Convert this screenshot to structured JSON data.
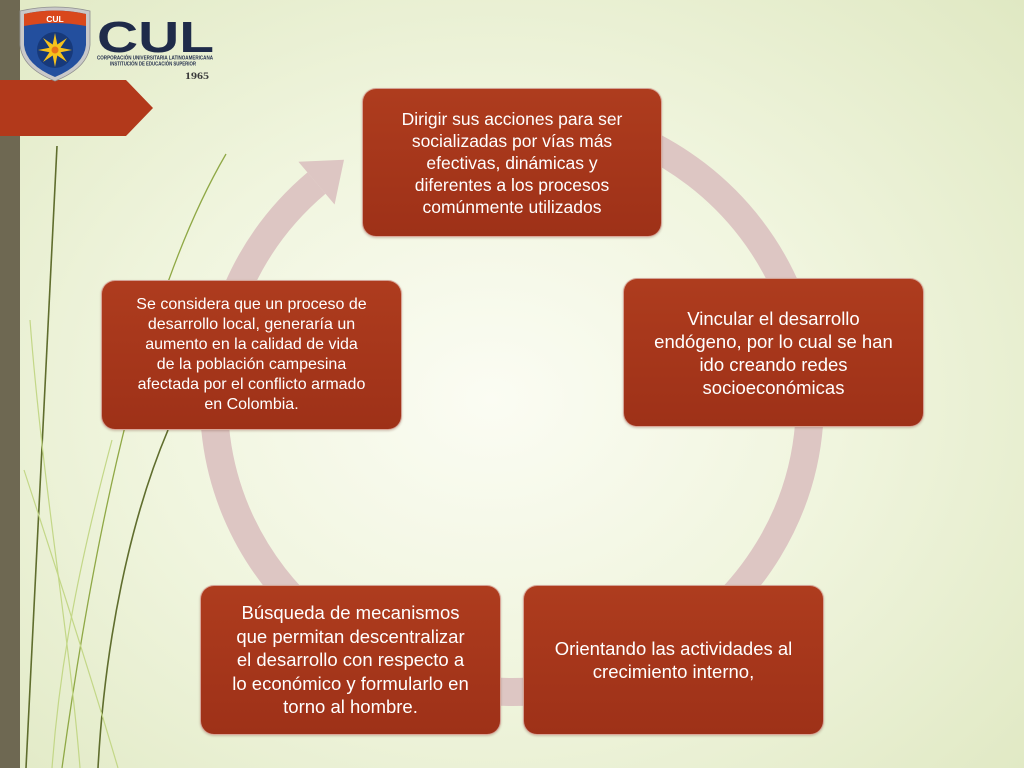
{
  "logo": {
    "shield_text": "CUL",
    "wordmark": "CUL",
    "subtitle_line1": "CORPORACIÓN UNIVERSITARIA LATINOAMERICANA",
    "subtitle_line2": "INSTITUCIÓN DE EDUCACIÓN SUPERIOR",
    "year": "1965"
  },
  "cycle": {
    "nodes": [
      {
        "lines": [
          "Dirigir sus acciones para ser",
          "socializadas por vías más",
          "efectivas, dinámicas y",
          "diferentes a los procesos",
          "comúnmente utilizados"
        ]
      },
      {
        "lines": [
          "Vincular el desarrollo",
          "endógeno, por lo cual se han",
          "ido creando redes",
          "socioeconómicas"
        ]
      },
      {
        "lines": [
          "Orientando las actividades al",
          "crecimiento interno,"
        ]
      },
      {
        "lines": [
          "Búsqueda de mecanismos",
          "que permitan descentralizar",
          "el desarrollo con respecto a",
          "lo económico y formularlo en",
          "torno al hombre."
        ]
      },
      {
        "lines": [
          "Se considera que un proceso de",
          "desarrollo local, generaría un",
          "aumento en la calidad de vida",
          "de la población campesina",
          "afectada por el conflicto armado",
          "en Colombia."
        ]
      }
    ]
  },
  "colors": {
    "background_center": "#fbfcf3",
    "background_mid": "#f0f5de",
    "background_edge": "#dee7c0",
    "side_strip": "#6e6852",
    "banner": "#b2391b",
    "node_fill_top": "#ae3c1e",
    "node_fill_bottom": "#9e3118",
    "node_text": "#ffffff",
    "ring": "#ddc6c3",
    "wordmark": "#1f2b4a",
    "shield_blue": "#234f9e",
    "shield_band": "#d9481c",
    "shield_star": "#f6c21c"
  }
}
